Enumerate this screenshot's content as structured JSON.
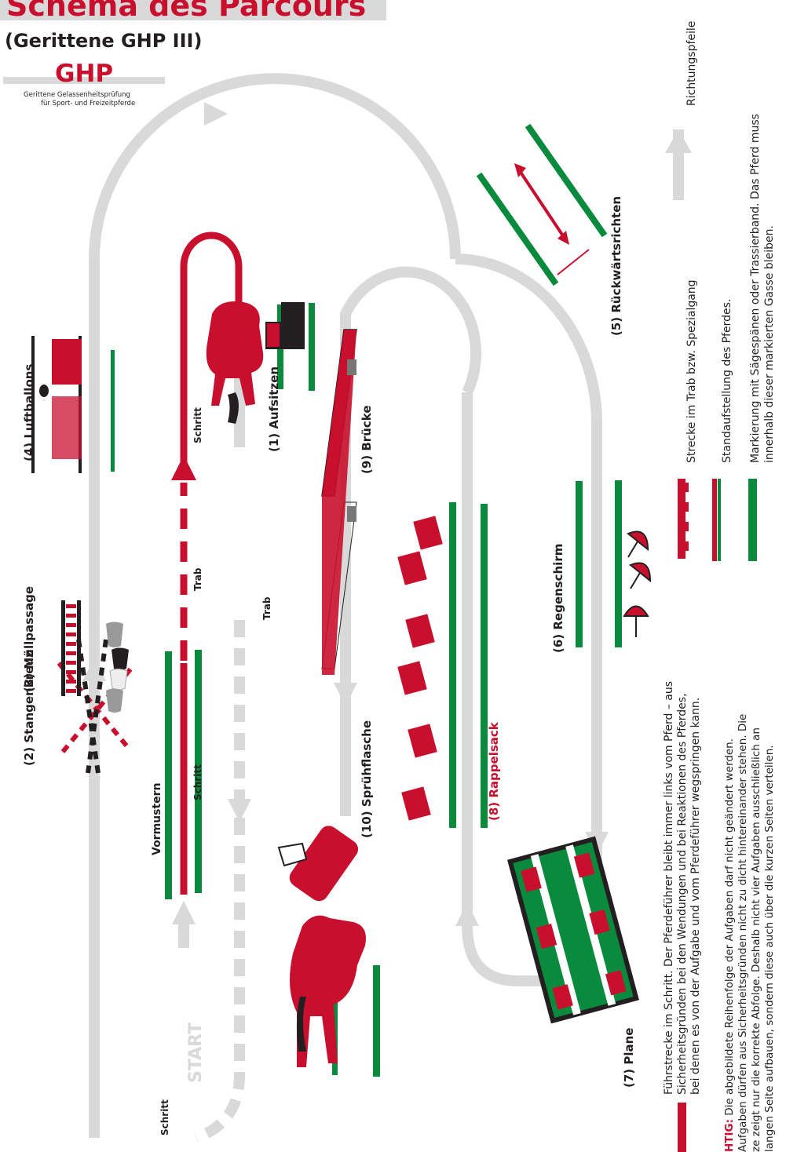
{
  "title": "Schema des Parcours",
  "subtitle": "(Gerittene GHP III)",
  "logo": {
    "mark": "GHP",
    "line1": "Gerittene Gelassenheitsprüfung",
    "line2": "für Sport- und Freizeitpferde"
  },
  "colors": {
    "gray_track": "#d9d9d9",
    "red": "#c8102e",
    "green": "#0a8a3c",
    "dark": "#231f20"
  },
  "stations": {
    "s1": "(1) Aufsitzen",
    "s2": "(2) Stangenkreuz",
    "s3": "(3) Müllpassage",
    "s4": "(4) Luftballons",
    "s5": "(5) Rückwärtsrichten",
    "s6": "(6) Regenschirm",
    "s7": "(7) Plane",
    "s8": "(8) Rappelsack",
    "s9": "(9) Brücke",
    "s10": "(10) Sprühflasche"
  },
  "track_labels": {
    "start": "START",
    "vormustern": "Vormustern",
    "schritt_red_low": "Schritt",
    "trab_red": "Trab",
    "schritt_red_top": "Schritt",
    "trab_gray": "Trab",
    "schritt_bottom": "Schritt"
  },
  "legend": {
    "arrows": "Richtungspfeile",
    "trab": "Strecke im Trab bzw. Spezialgang",
    "stand": "Standaufstellung des Pferdes.",
    "marking_1": "Markierung mit Sägespänen oder Trassierband. Das Pferd muss",
    "marking_2": "innerhalb dieser markierten Gasse bleiben.",
    "fuehr_1": "Führstrecke im Schritt. Der Pferdeführer bleibt immer links vom Pferd – aus",
    "fuehr_2": "Sicherheitsgründen bei den Wendungen und bei Reaktionen des Pferdes,",
    "fuehr_3": "bei denen es von der Aufgabe und vom Pferdeführer wegspringen kann."
  },
  "note": {
    "prefix": "HTIG:",
    "l1": " Die abgebildete Reihenfolge der Aufgaben darf nicht geändert werden.",
    "l2": "Aufgaben dürfen aus Sicherheitsgründen nicht zu dicht hintereinander stehen. Die",
    "l3": "ze zeigt nur die korrekte Abfolge. Deshalb nicht vier Aufgaben ausschließlich an",
    "l4": "langen Seite aufbauen, sondern diese auch über die kurzen Seiten verteilen."
  },
  "icons": [
    "horse-icon",
    "mounting-block-icon",
    "spray-bottle-icon",
    "umbrella-icon",
    "rattle-sack-icon",
    "balloon-icon",
    "trash-bag-icon",
    "tarp-icon",
    "pole-cross-icon",
    "bridge-icon"
  ]
}
